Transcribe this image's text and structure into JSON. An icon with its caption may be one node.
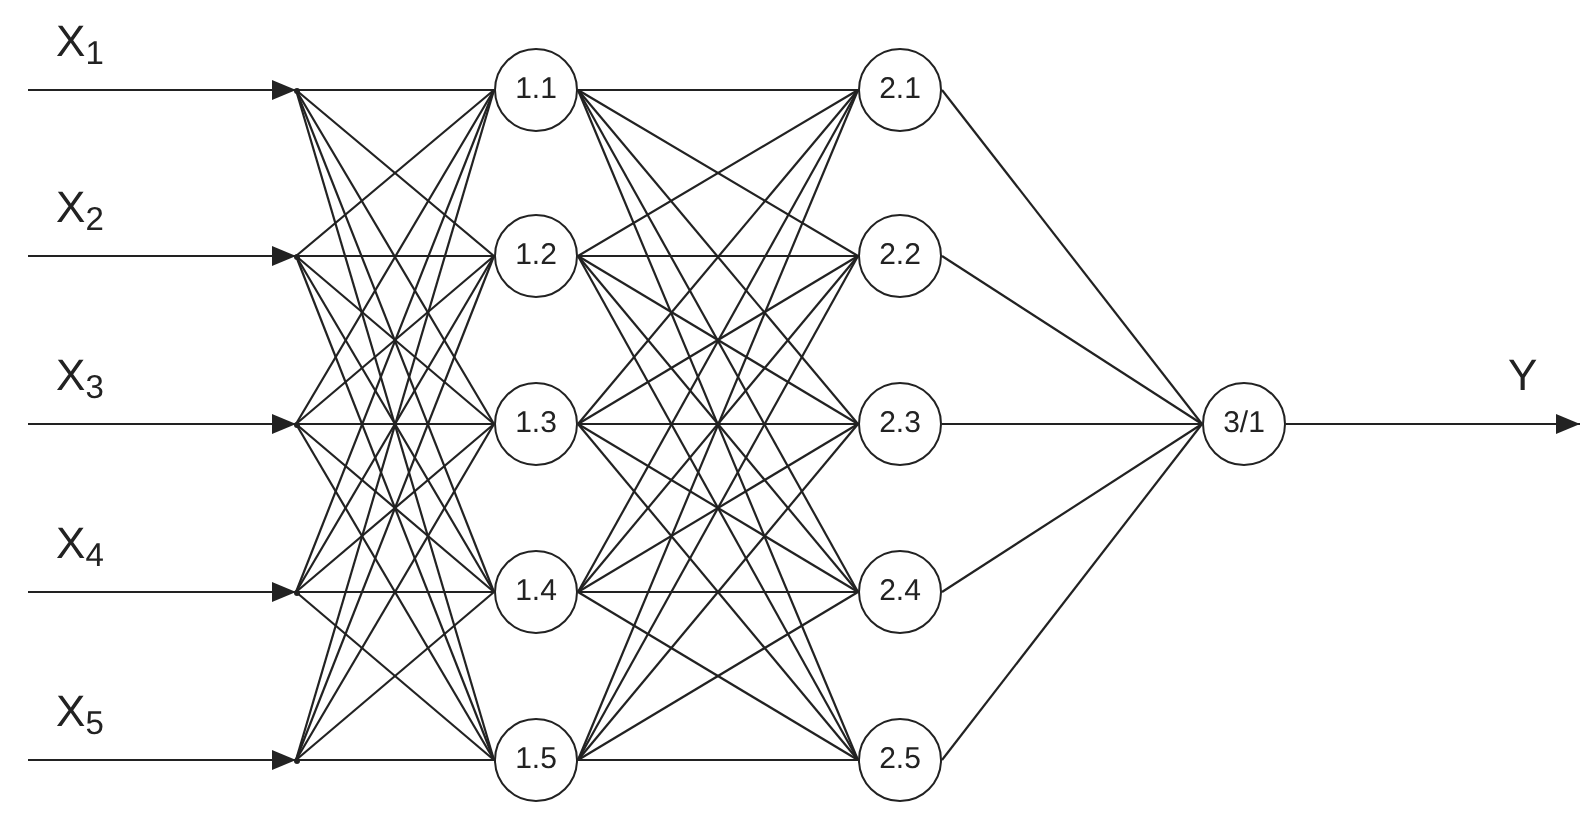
{
  "diagram": {
    "nodes": [
      {
        "text": [],
        "shape": "point"
      },
      {
        "text": [],
        "shape": "point"
      },
      {
        "text": [],
        "shape": "point"
      },
      {
        "text": [],
        "shape": "point"
      },
      {
        "text": [],
        "shape": "point"
      },
      {
        "text": [
          "1.1"
        ]
      },
      {
        "text": [
          "1.2"
        ]
      },
      {
        "text": [
          "1.3"
        ]
      },
      {
        "text": [
          "1.4"
        ]
      },
      {
        "text": [
          "1.5"
        ]
      },
      {
        "text": [
          "2.1"
        ]
      },
      {
        "text": [
          "2.2"
        ]
      },
      {
        "text": [
          "2.3"
        ]
      },
      {
        "text": [
          "2.4"
        ]
      },
      {
        "text": [
          "2.5"
        ]
      },
      {
        "text": [
          "3/1"
        ]
      }
    ],
    "edges": [
      {
        "from": null,
        "to": 0,
        "arrow": "to",
        "label": "X$_{1}$"
      },
      {
        "from": null,
        "to": 1,
        "arrow": "to",
        "label": "X$_{2}$"
      },
      {
        "from": null,
        "to": 2,
        "arrow": "to",
        "label": "X$_{3}$"
      },
      {
        "from": null,
        "to": 3,
        "arrow": "to",
        "label": "X$_{4}$"
      },
      {
        "from": null,
        "to": 4,
        "arrow": "to",
        "label": "X$_{5}$"
      },
      {
        "from": 0,
        "to": 5,
        "arrow": "none"
      },
      {
        "from": 0,
        "to": 6,
        "arrow": "none"
      },
      {
        "from": 0,
        "to": 7,
        "arrow": "none"
      },
      {
        "from": 0,
        "to": 8,
        "arrow": "none"
      },
      {
        "from": 0,
        "to": 9,
        "arrow": "none"
      },
      {
        "from": 1,
        "to": 5,
        "arrow": "none"
      },
      {
        "from": 1,
        "to": 6,
        "arrow": "none"
      },
      {
        "from": 1,
        "to": 7,
        "arrow": "none"
      },
      {
        "from": 1,
        "to": 8,
        "arrow": "none"
      },
      {
        "from": 1,
        "to": 9,
        "arrow": "none"
      },
      {
        "from": 2,
        "to": 5,
        "arrow": "none"
      },
      {
        "from": 2,
        "to": 6,
        "arrow": "none"
      },
      {
        "from": 2,
        "to": 7,
        "arrow": "none"
      },
      {
        "from": 2,
        "to": 8,
        "arrow": "none"
      },
      {
        "from": 2,
        "to": 9,
        "arrow": "none"
      },
      {
        "from": 3,
        "to": 5,
        "arrow": "none"
      },
      {
        "from": 3,
        "to": 6,
        "arrow": "none"
      },
      {
        "from": 3,
        "to": 7,
        "arrow": "none"
      },
      {
        "from": 3,
        "to": 8,
        "arrow": "none"
      },
      {
        "from": 3,
        "to": 9,
        "arrow": "none"
      },
      {
        "from": 4,
        "to": 5,
        "arrow": "none"
      },
      {
        "from": 4,
        "to": 6,
        "arrow": "none"
      },
      {
        "from": 4,
        "to": 7,
        "arrow": "none"
      },
      {
        "from": 4,
        "to": 8,
        "arrow": "none"
      },
      {
        "from": 4,
        "to": 9,
        "arrow": "none"
      },
      {
        "from": 5,
        "to": 10,
        "arrow": "none"
      },
      {
        "from": 5,
        "to": 11,
        "arrow": "none"
      },
      {
        "from": 5,
        "to": 12,
        "arrow": "none"
      },
      {
        "from": 5,
        "to": 13,
        "arrow": "none"
      },
      {
        "from": 5,
        "to": 14,
        "arrow": "none"
      },
      {
        "from": 6,
        "to": 10,
        "arrow": "none"
      },
      {
        "from": 6,
        "to": 11,
        "arrow": "none"
      },
      {
        "from": 6,
        "to": 12,
        "arrow": "none"
      },
      {
        "from": 6,
        "to": 13,
        "arrow": "none"
      },
      {
        "from": 6,
        "to": 14,
        "arrow": "none"
      },
      {
        "from": 7,
        "to": 10,
        "arrow": "none"
      },
      {
        "from": 7,
        "to": 11,
        "arrow": "none"
      },
      {
        "from": 7,
        "to": 12,
        "arrow": "none"
      },
      {
        "from": 7,
        "to": 13,
        "arrow": "none"
      },
      {
        "from": 7,
        "to": 14,
        "arrow": "none"
      },
      {
        "from": 8,
        "to": 10,
        "arrow": "none"
      },
      {
        "from": 8,
        "to": 11,
        "arrow": "none"
      },
      {
        "from": 8,
        "to": 12,
        "arrow": "none"
      },
      {
        "from": 8,
        "to": 13,
        "arrow": "none"
      },
      {
        "from": 8,
        "to": 14,
        "arrow": "none"
      },
      {
        "from": 9,
        "to": 10,
        "arrow": "none"
      },
      {
        "from": 9,
        "to": 11,
        "arrow": "none"
      },
      {
        "from": 9,
        "to": 12,
        "arrow": "none"
      },
      {
        "from": 9,
        "to": 13,
        "arrow": "none"
      },
      {
        "from": 9,
        "to": 14,
        "arrow": "none"
      },
      {
        "from": 10,
        "to": 15,
        "arrow": "none"
      },
      {
        "from": 11,
        "to": 15,
        "arrow": "none"
      },
      {
        "from": 12,
        "to": 15,
        "arrow": "none"
      },
      {
        "from": 13,
        "to": 15,
        "arrow": "none"
      },
      {
        "from": 14,
        "to": 15,
        "arrow": "none"
      },
      {
        "from": 15,
        "to": null,
        "arrow": "to",
        "label": "Y"
      }
    ]
  }
}
